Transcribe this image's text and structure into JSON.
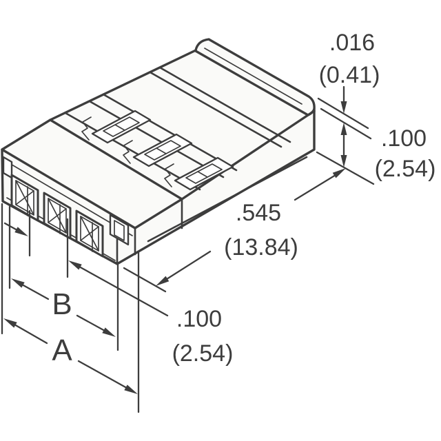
{
  "drawing": {
    "dimensions": {
      "rib_thickness": {
        "inches": ".016",
        "mm": "(0.41)"
      },
      "housing_height": {
        "inches": ".100",
        "mm": "(2.54)"
      },
      "housing_length": {
        "inches": ".545",
        "mm": "(13.84)"
      },
      "contact_pitch": {
        "inches": ".100",
        "mm": "(2.54)"
      },
      "label_b": "B",
      "label_a": "A"
    },
    "colors": {
      "line": "#3d3d3d",
      "face_fill": "#fafaf8",
      "detail_fill": "#ffffff",
      "background": "#ffffff"
    }
  }
}
